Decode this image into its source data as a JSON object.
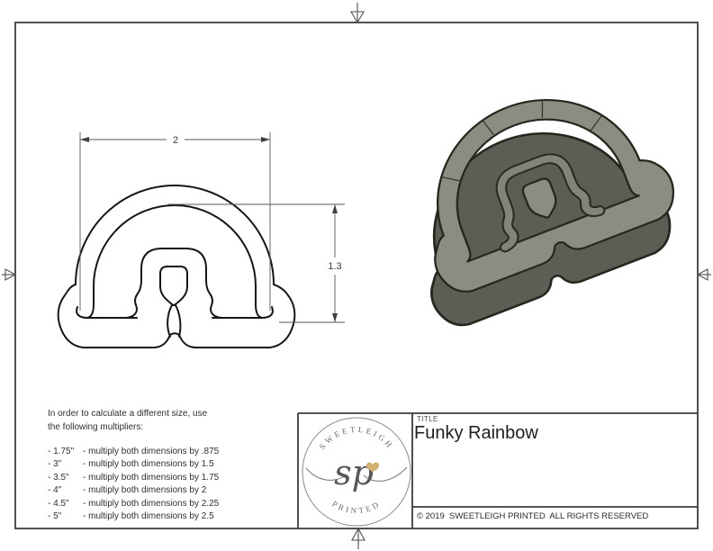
{
  "sheet": {
    "background": "#ffffff",
    "border_color": "#3c3c3c",
    "center_marks": [
      "top",
      "bottom",
      "left",
      "right"
    ]
  },
  "drawing": {
    "width_label": "2",
    "height_label": "1.3",
    "line_color": "#161616",
    "dimension_color": "#5a5a5a"
  },
  "render3d": {
    "top_color": "#8d8c82",
    "wall_color": "#5e5d55",
    "outline_color": "#26261f"
  },
  "instructions": {
    "intro_line1": "In order to calculate a different size, use",
    "intro_line2": "the following multipliers:",
    "rows": [
      {
        "size": "- 1.75\"",
        "rule": "- multiply both dimensions by .875"
      },
      {
        "size": "- 3\"",
        "rule": "- multiply both dimensions by 1.5"
      },
      {
        "size": "- 3.5\"",
        "rule": "- multiply both dimensions by 1.75"
      },
      {
        "size": "- 4\"",
        "rule": "- multiply both dimensions by 2"
      },
      {
        "size": "- 4.5\"",
        "rule": "- multiply both dimensions by 2.25"
      },
      {
        "size": "- 5\"",
        "rule": "- multiply both dimensions by 2.5"
      }
    ]
  },
  "title_block": {
    "title_label": "TITLE",
    "title": "Funky Rainbow",
    "copyright": "© 2019  SWEETLEIGH PRINTED  ALL RIGHTS RESERVED",
    "logo": {
      "arc_top": "SWEETLEIGH",
      "arc_bottom": "PRINTED",
      "monogram": "sp",
      "accent_color": "#d2b071"
    }
  }
}
